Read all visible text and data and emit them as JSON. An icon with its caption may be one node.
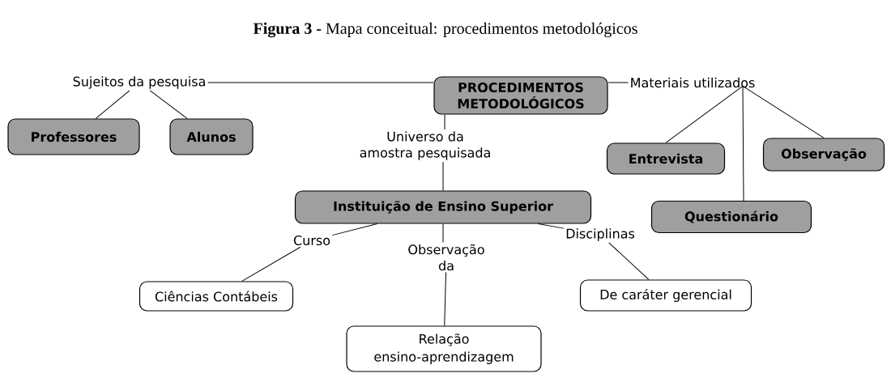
{
  "diagram": {
    "title": "**Figura 3 -** Mapa conceitual: procedimentos metodológicos",
    "nodes": [
      {
        "text": [
          "PROCEDIMENTOS METODOLÓGICOS"
        ]
      },
      {
        "text": [
          "Sujeitos da pesquisa"
        ]
      },
      {
        "text": [
          "Professores"
        ]
      },
      {
        "text": [
          "Alunos"
        ]
      },
      {
        "text": [
          "Materiais utilizados"
        ]
      },
      {
        "text": [
          "Entrevista"
        ]
      },
      {
        "text": [
          "Questionário"
        ]
      },
      {
        "text": [
          "Observação"
        ]
      },
      {
        "text": [
          "Universo da amostra pesquisada"
        ]
      },
      {
        "text": [
          "Instituição de Ensino Superior"
        ]
      },
      {
        "text": [
          "Curso"
        ]
      },
      {
        "text": [
          "Observação da"
        ]
      },
      {
        "text": [
          "Disciplinas"
        ]
      },
      {
        "text": [
          "Ciências Contábeis"
        ]
      },
      {
        "text": [
          "Relação ensino-aprendizagem"
        ]
      },
      {
        "text": [
          "De caráter gerencial"
        ]
      }
    ],
    "edges": [
      {
        "from": 0,
        "to": 1,
        "arrow": "none"
      },
      {
        "from": 1,
        "to": 2,
        "arrow": "none"
      },
      {
        "from": 1,
        "to": 3,
        "arrow": "none"
      },
      {
        "from": 0,
        "to": 4,
        "arrow": "none"
      },
      {
        "from": 4,
        "to": 5,
        "arrow": "none"
      },
      {
        "from": 4,
        "to": 6,
        "arrow": "none"
      },
      {
        "from": 4,
        "to": 7,
        "arrow": "none"
      },
      {
        "from": 0,
        "to": 8,
        "arrow": "none"
      },
      {
        "from": 8,
        "to": 9,
        "arrow": "none"
      },
      {
        "from": 9,
        "to": 10,
        "arrow": "none"
      },
      {
        "from": 9,
        "to": 11,
        "arrow": "none"
      },
      {
        "from": 9,
        "to": 12,
        "arrow": "none"
      },
      {
        "from": 10,
        "to": 13,
        "arrow": "none"
      },
      {
        "from": 11,
        "to": 14,
        "arrow": "none"
      },
      {
        "from": 12,
        "to": 15,
        "arrow": "none"
      }
    ]
  }
}
